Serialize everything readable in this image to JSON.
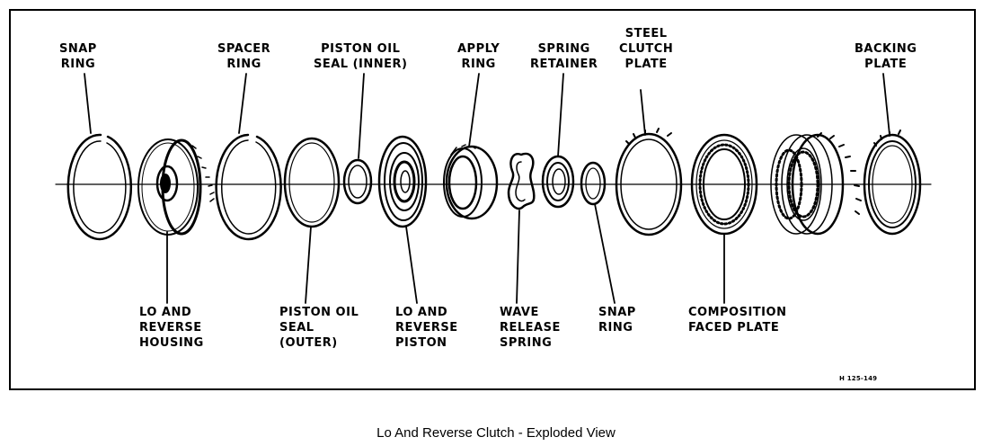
{
  "caption": "Lo And Reverse Clutch - Exploded View",
  "figure_code": "H 125-149",
  "labels": {
    "snap_ring_1": "SNAP\nRING",
    "spacer_ring": "SPACER\nRING",
    "piston_oil_seal_inner": "PISTON OIL\nSEAL (INNER)",
    "apply_ring": "APPLY\nRING",
    "spring_retainer": "SPRING\nRETAINER",
    "steel_clutch_plate": "STEEL\nCLUTCH\nPLATE",
    "backing_plate": "BACKING\nPLATE",
    "lo_reverse_housing": "LO AND\nREVERSE\nHOUSING",
    "piston_oil_seal_outer": "PISTON OIL\nSEAL\n(OUTER)",
    "lo_reverse_piston": "LO AND\nREVERSE\nPISTON",
    "wave_release_spring": "WAVE\nRELEASE\nSPRING",
    "snap_ring_2": "SNAP\nRING",
    "composition_faced_plate": "COMPOSITION\nFACED PLATE"
  }
}
